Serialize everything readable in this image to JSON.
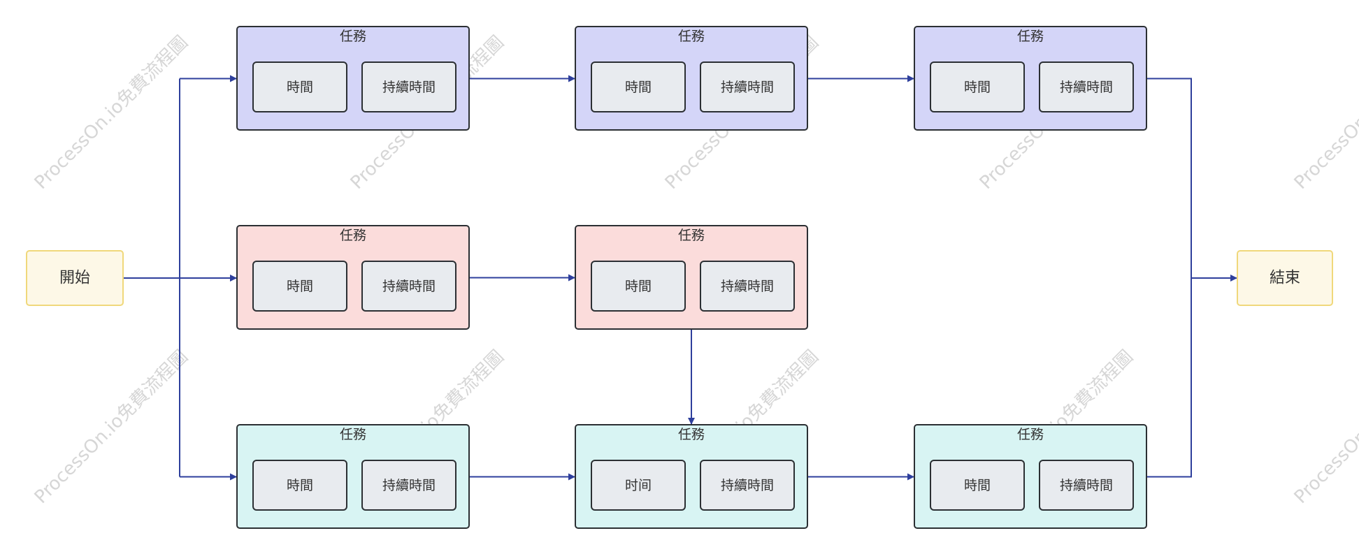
{
  "colors": {
    "task_blue": "#d4d5f8",
    "task_red": "#fbdcdb",
    "task_teal": "#d8f4f3",
    "subbox": "#e8ebef",
    "terminal_fill": "#fdf8e7",
    "terminal_stroke": "#f0d87b",
    "border": "#2b2f33",
    "connector": "#2e3f9c"
  },
  "watermark": "ProcessOn.io免費流程圖",
  "start": {
    "label": "開始"
  },
  "end": {
    "label": "結束"
  },
  "rows": [
    {
      "color": "task_blue",
      "tasks": [
        {
          "title": "任務",
          "time": "時間",
          "duration": "持續時間"
        },
        {
          "title": "任務",
          "time": "時間",
          "duration": "持續時間"
        },
        {
          "title": "任務",
          "time": "時間",
          "duration": "持續時間"
        }
      ]
    },
    {
      "color": "task_red",
      "tasks": [
        {
          "title": "任務",
          "time": "時間",
          "duration": "持續時間"
        },
        {
          "title": "任務",
          "time": "時間",
          "duration": "持續時間"
        }
      ]
    },
    {
      "color": "task_teal",
      "tasks": [
        {
          "title": "任務",
          "time": "時間",
          "duration": "持續時間"
        },
        {
          "title": "任務",
          "time": "时间",
          "duration": "持續時間"
        },
        {
          "title": "任務",
          "time": "時間",
          "duration": "持續時間"
        }
      ]
    }
  ]
}
